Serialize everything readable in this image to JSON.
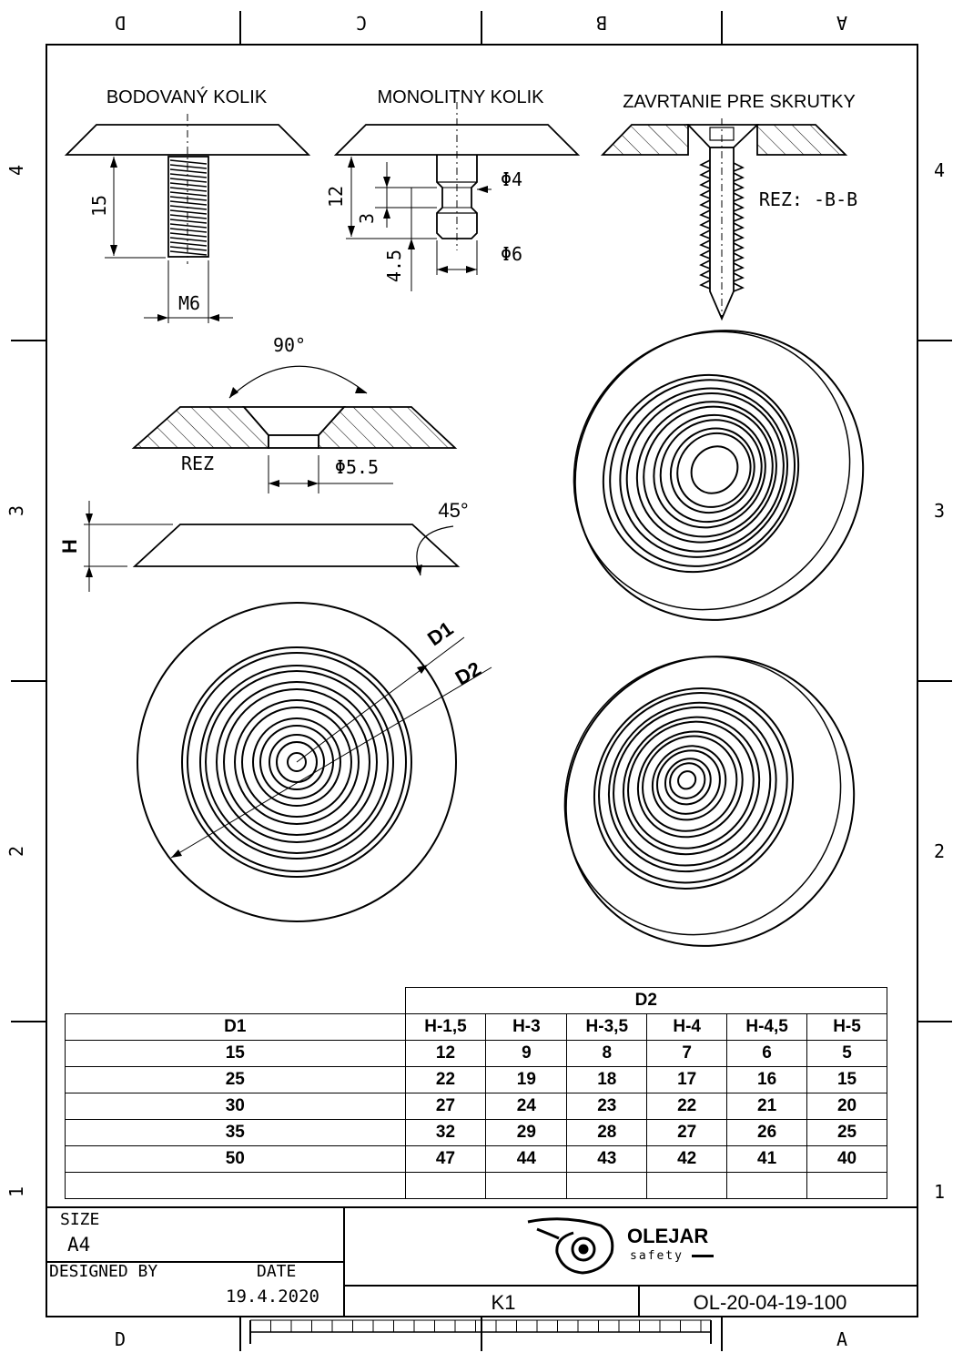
{
  "frame": {
    "col_labels_top": [
      "D",
      "C",
      "B",
      "A"
    ],
    "col_labels_bottom": [
      "D",
      "A"
    ],
    "row_labels_left": [
      "4",
      "3",
      "2",
      "1"
    ],
    "row_labels_right": [
      "4",
      "3",
      "2",
      "1"
    ]
  },
  "views": {
    "bodovany_title": "BODOVANÝ KOLIK",
    "monolitny_title": "MONOLITNY KOLIK",
    "zavrtanie_title": "ZAVRTANIE PRE SKRUTKY",
    "dim_15": "15",
    "dim_m6": "M6",
    "dim_12": "12",
    "dim_3": "3",
    "dim_45": "4.5",
    "dim_phi4": "Φ4",
    "dim_phi6": "Φ6",
    "rez_bb": "REZ: -B-B",
    "angle_90": "90°",
    "rez": "REZ",
    "dim_phi55": "Φ5.5",
    "angle_45": "45°",
    "dim_h": "H",
    "dim_d1": "D1",
    "dim_d2": "D2"
  },
  "table": {
    "group_header": "D2",
    "columns": [
      "D1",
      "H-1,5",
      "H-3",
      "H-3,5",
      "H-4",
      "H-4,5",
      "H-5"
    ],
    "rows": [
      [
        "15",
        "12",
        "9",
        "8",
        "7",
        "6",
        "5"
      ],
      [
        "25",
        "22",
        "19",
        "18",
        "17",
        "16",
        "15"
      ],
      [
        "30",
        "27",
        "24",
        "23",
        "22",
        "21",
        "20"
      ],
      [
        "35",
        "32",
        "29",
        "28",
        "27",
        "26",
        "25"
      ],
      [
        "50",
        "47",
        "44",
        "43",
        "42",
        "41",
        "40"
      ],
      [
        "",
        "",
        "",
        "",
        "",
        "",
        ""
      ]
    ]
  },
  "title_block": {
    "size_label": "SIZE",
    "size_value": "A4",
    "designed_by_label": "DESIGNED BY",
    "date_label": "DATE",
    "date_value": "19.4.2020",
    "company": "OLEJAR",
    "company_sub": "safety",
    "part": "K1",
    "drawing_number": "OL-20-04-19-100"
  }
}
